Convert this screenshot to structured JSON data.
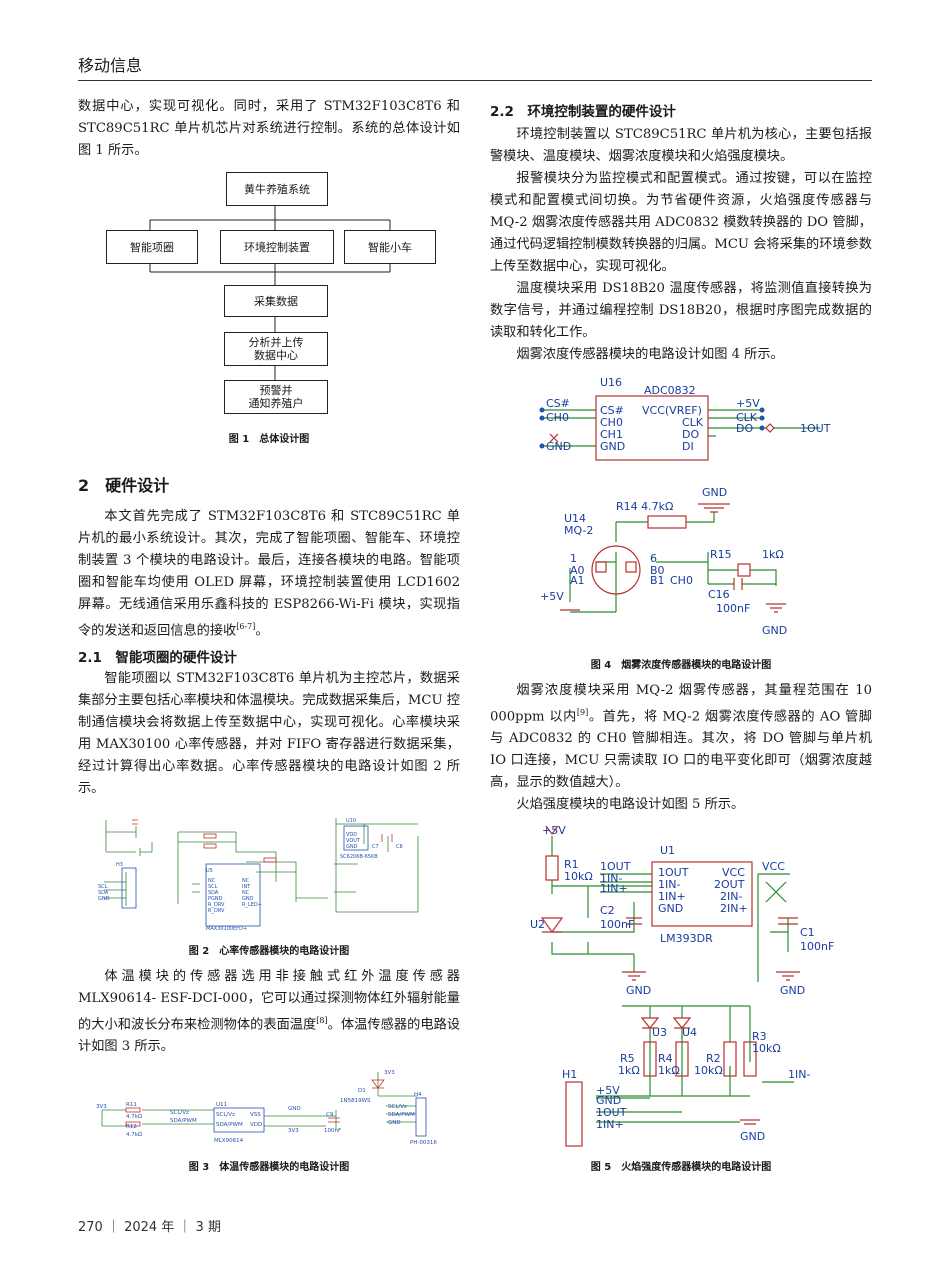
{
  "header": {
    "journal": "移动信息"
  },
  "left": {
    "p_intro": "数据中心，实现可视化。同时，采用了 STM32F103C8T6 和 STC89C51RC 单片机芯片对系统进行控制。系统的总体设计如图 1 所示。",
    "fig1": {
      "top": "黄牛养殖系统",
      "b1": "智能项圈",
      "b2": "环境控制装置",
      "b3": "智能小车",
      "s1": "采集数据",
      "s2a": "分析并上传",
      "s2b": "数据中心",
      "s3a": "预警并",
      "s3b": "通知养殖户",
      "caption": "图 1　总体设计图"
    },
    "sec2_title": "2　硬件设计",
    "p_sec2": "本文首先完成了 STM32F103C8T6 和 STC89C51RC 单片机的最小系统设计。其次，完成了智能项圈、智能车、环境控制装置 3 个模块的电路设计。最后，连接各模块的电路。智能项圈和智能车均使用 OLED 屏幕，环境控制装置使用 LCD1602 屏幕。无线通信采用乐鑫科技的 ESP8266-Wi-Fi 模块，实现指令的发送和返回信息的接收",
    "ref_67": "[6-7]",
    "p_sec2_end": "。",
    "sec21_title": "2.1　智能项圈的硬件设计",
    "p_21": "智能项圈以 STM32F103C8T6 单片机为主控芯片，数据采集部分主要包括心率模块和体温模块。完成数据采集后，MCU 控制通信模块会将数据上传至数据中心，实现可视化。心率模块采用 MAX30100 心率传感器，并对 FIFO 寄存器进行数据采集，经过计算得出心率数据。心率传感器模块的电路设计如图 2 所示。",
    "fig2_caption": "图 2　心率传感器模块的电路设计图",
    "p_temp": "体温模块的传感器选用非接触式红外温度传感器 MLX90614- ESF-DCI-000，它可以通过探测物体红外辐射能量的大小和波长分布来检测物体的表面温度",
    "ref_8": "[8]",
    "p_temp_end": "。体温传感器的电路设计如图 3 所示。",
    "fig3_caption": "图 3　体温传感器模块的电路设计图"
  },
  "right": {
    "sec22_title": "2.2　环境控制装置的硬件设计",
    "p1": "环境控制装置以 STC89C51RC 单片机为核心，主要包括报警模块、温度模块、烟雾浓度模块和火焰强度模块。",
    "p2": "报警模块分为监控模式和配置模式。通过按键，可以在监控模式和配置模式间切换。为节省硬件资源，火焰强度传感器与 MQ-2 烟雾浓度传感器共用 ADC0832 模数转换器的 DO 管脚，通过代码逻辑控制模数转换器的归属。MCU 会将采集的环境参数上传至数据中心，实现可视化。",
    "p3": "温度模块采用 DS18B20 温度传感器，将监测值直接转换为数字信号，并通过编程控制 DS18B20，根据时序图完成数据的读取和转化工作。",
    "p4": "烟雾浓度传感器模块的电路设计如图 4 所示。",
    "fig4_caption": "图 4　烟雾浓度传感器模块的电路设计图",
    "p5": "烟雾浓度模块采用 MQ-2 烟雾传感器，其量程范围在 10 000ppm 以内",
    "ref_9": "[9]",
    "p5_end": "。首先，将 MQ-2 烟雾浓度传感器的 AO 管脚与 ADC0832 的 CH0 管脚相连。其次，将 DO 管脚与单片机 IO 口连接，MCU 只需读取 IO 口的电平变化即可（烟雾浓度越高，显示的数值越大）。",
    "p6": "火焰强度模块的电路设计如图 5 所示。",
    "fig5_caption": "图 5　火焰强度传感器模块的电路设计图"
  },
  "footer": {
    "text": "270 ｜ 2024 年 ｜ 3 期"
  }
}
